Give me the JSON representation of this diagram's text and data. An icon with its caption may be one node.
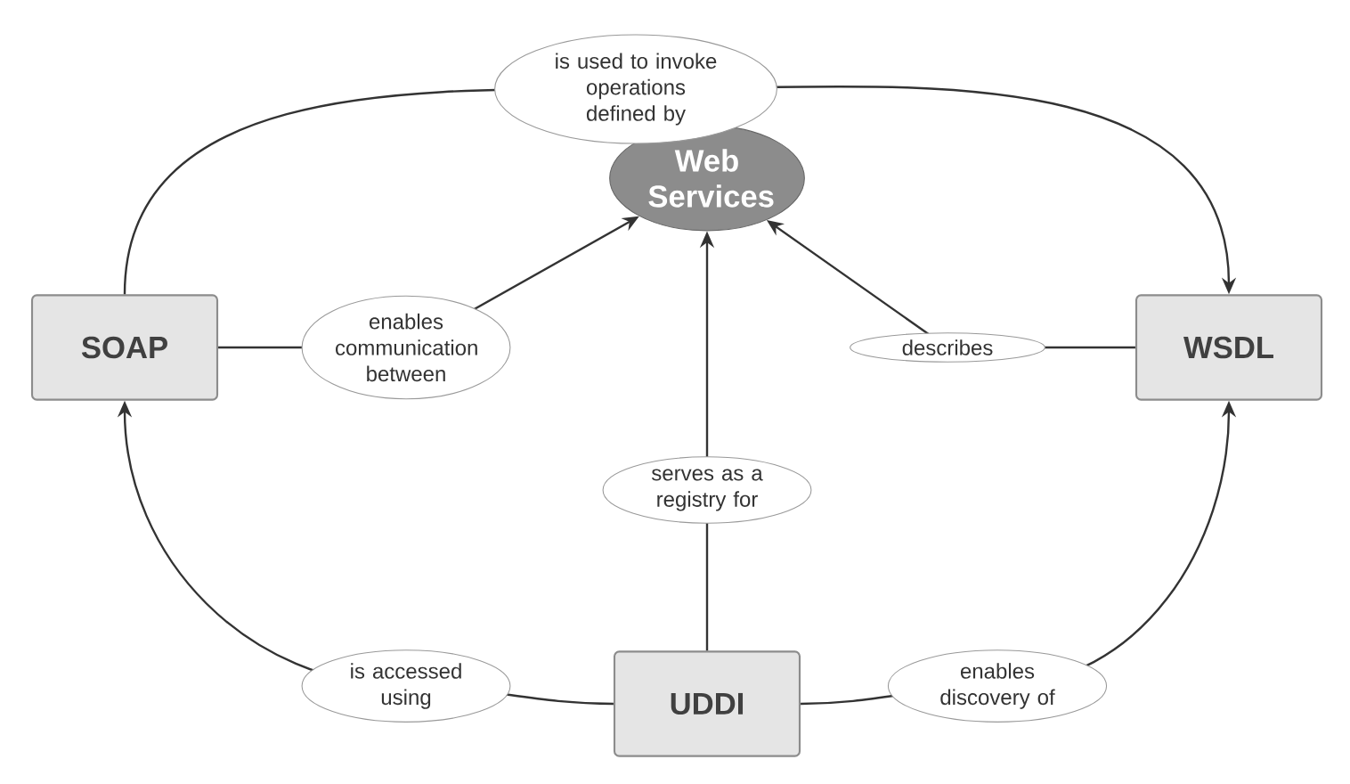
{
  "diagram": {
    "nodes": [
      {
        "text": [
          "Web Services"
        ]
      },
      {
        "text": [
          "SOAP"
        ]
      },
      {
        "text": [
          "WSDL"
        ]
      },
      {
        "text": [
          "UDDI"
        ]
      }
    ],
    "edges": [
      {
        "from": 1,
        "to": 2,
        "arrow": "to",
        "label": "is used to invoke operations defined by"
      },
      {
        "from": 1,
        "to": 0,
        "arrow": "to",
        "label": "enables communication between"
      },
      {
        "from": 2,
        "to": 0,
        "arrow": "to",
        "label": "describes"
      },
      {
        "from": 3,
        "to": 0,
        "arrow": "to",
        "label": "serves as a registry for"
      },
      {
        "from": 3,
        "to": 1,
        "arrow": "to",
        "label": "is accessed using"
      },
      {
        "from": 3,
        "to": 2,
        "arrow": "to",
        "label": "enables discovery of"
      }
    ]
  }
}
